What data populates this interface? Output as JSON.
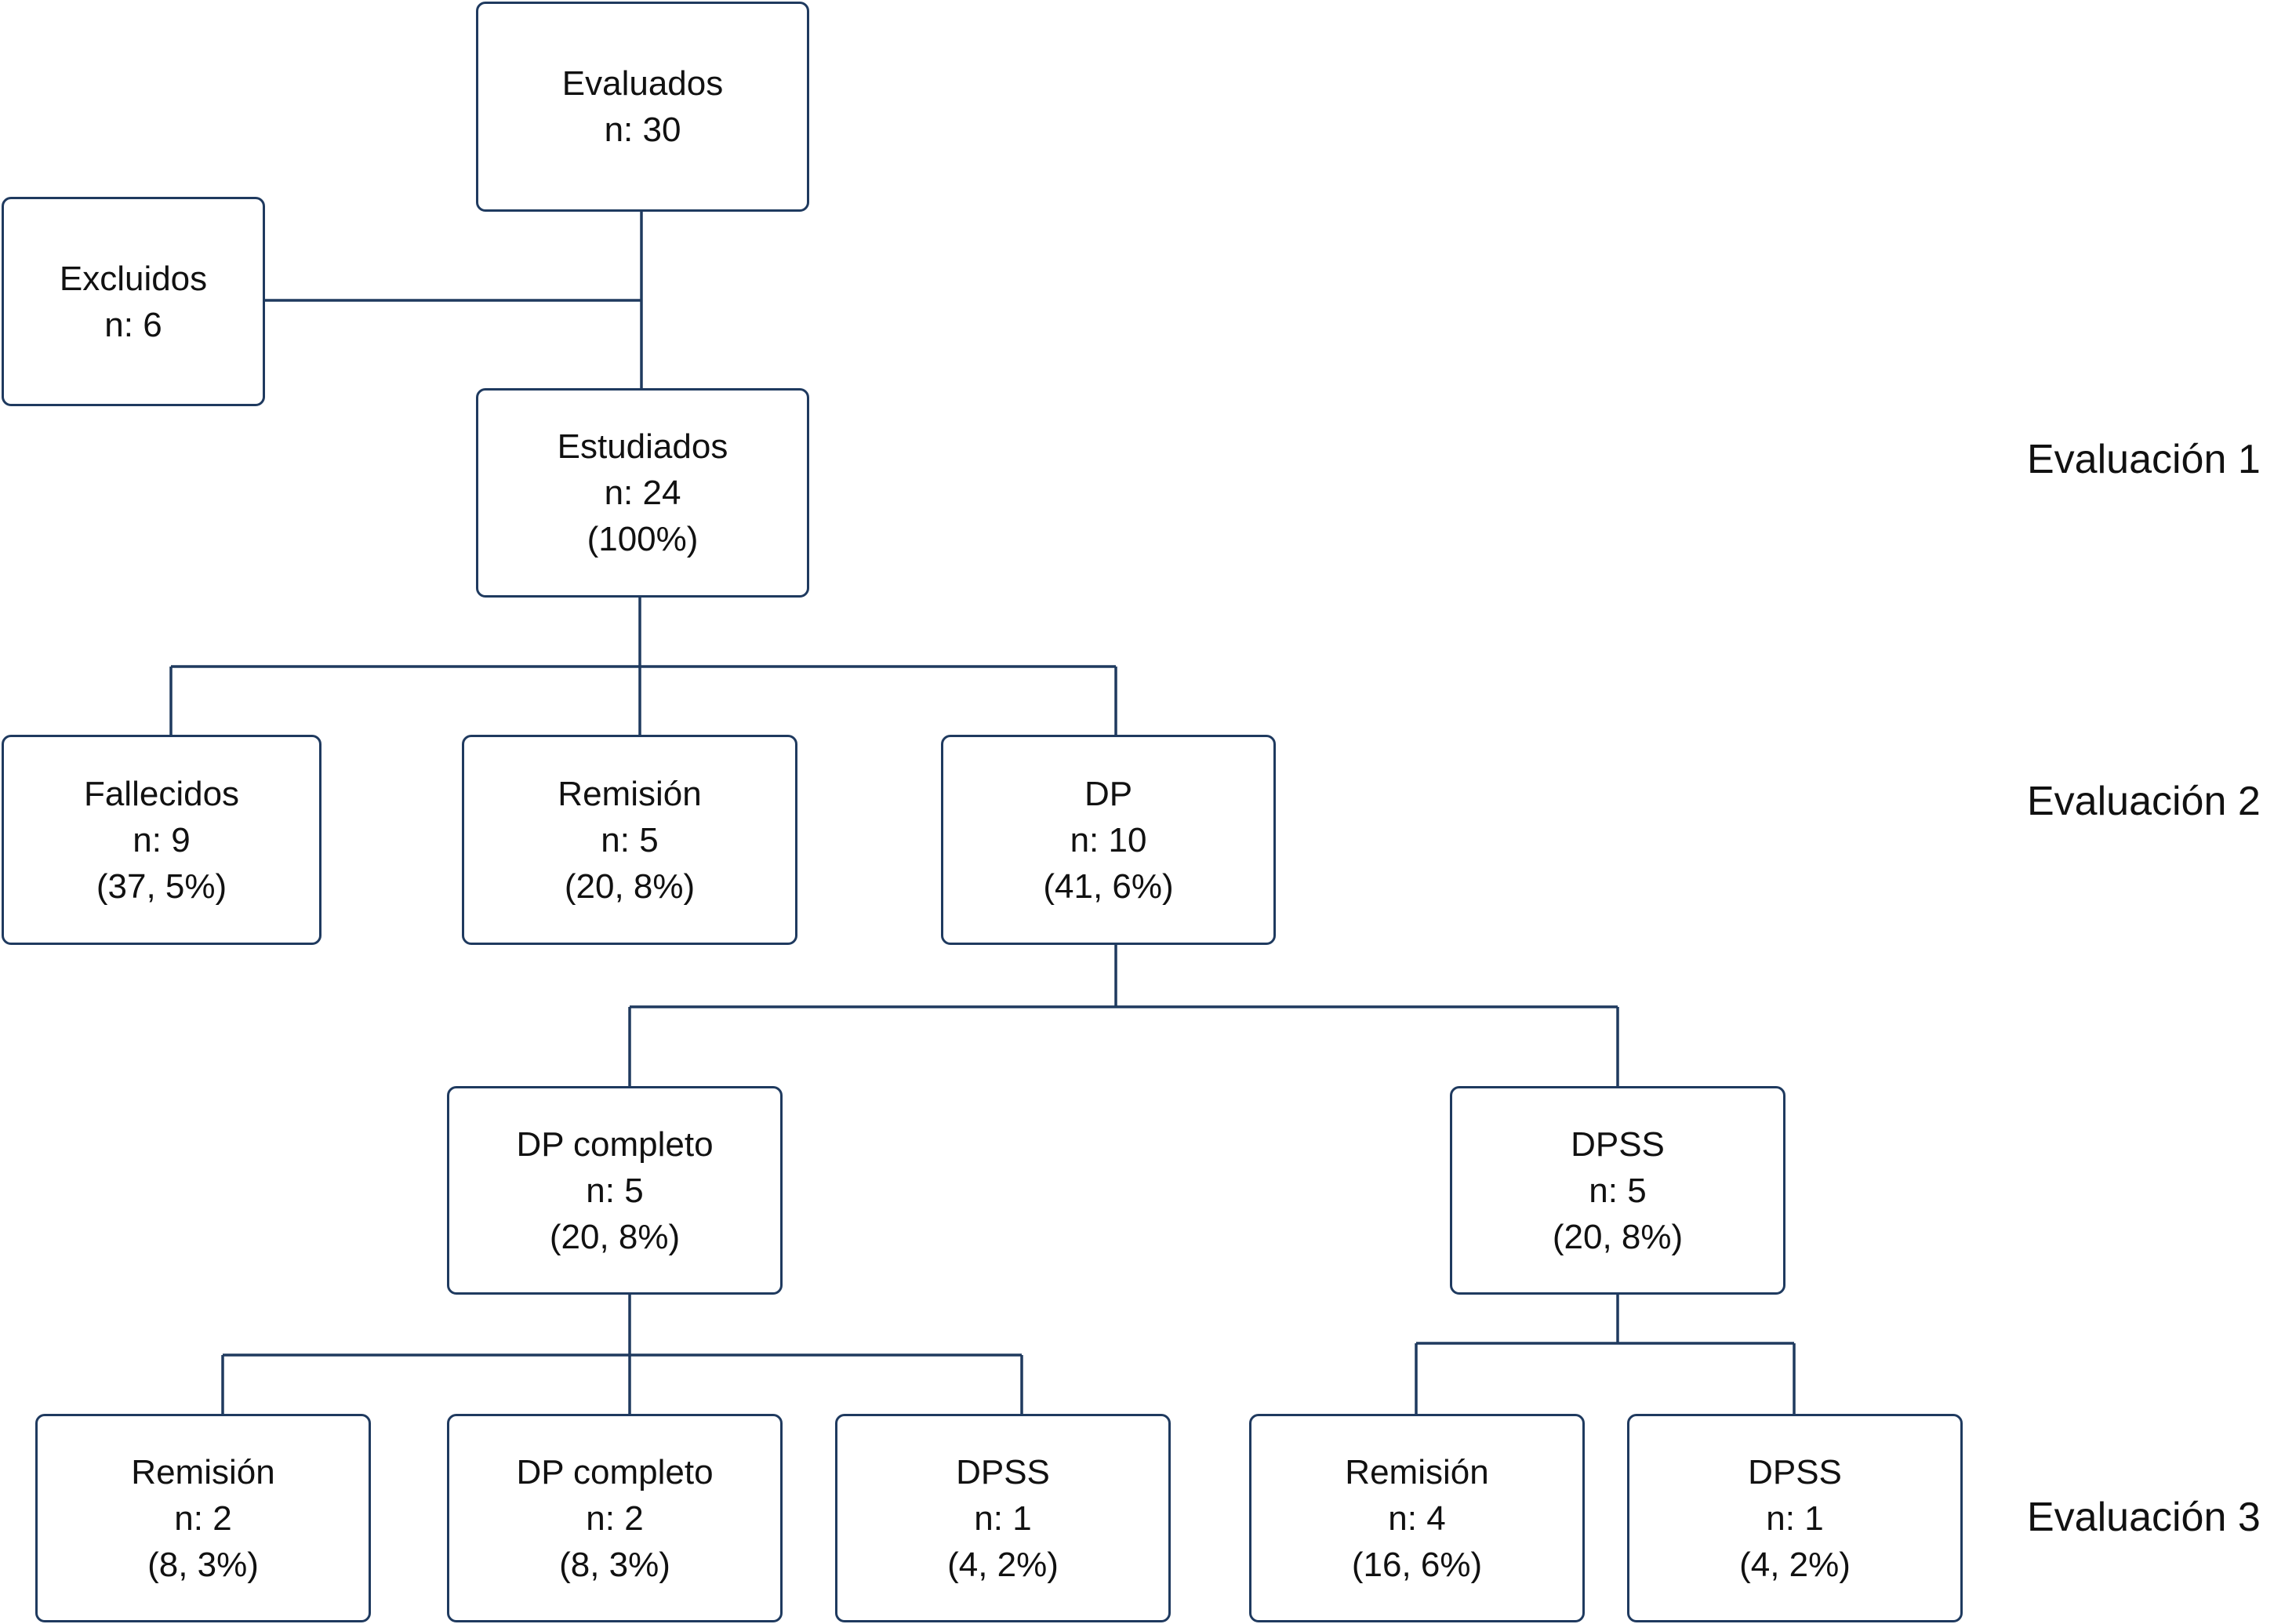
{
  "nodes": {
    "evaluados": {
      "title": "Evaluados",
      "n": "n: 30"
    },
    "excluidos": {
      "title": "Excluidos",
      "n": "n: 6"
    },
    "estudiados": {
      "title": "Estudiados",
      "n": "n: 24",
      "pct": "(100%)"
    },
    "fallecidos": {
      "title": "Fallecidos",
      "n": "n: 9",
      "pct": "(37, 5%)"
    },
    "remision2": {
      "title": "Remisión",
      "n": "n: 5",
      "pct": "(20, 8%)"
    },
    "dp": {
      "title": "DP",
      "n": "n: 10",
      "pct": "(41, 6%)"
    },
    "dp_completo": {
      "title": "DP completo",
      "n": "n: 5",
      "pct": "(20, 8%)"
    },
    "dpss": {
      "title": "DPSS",
      "n": "n: 5",
      "pct": "(20, 8%)"
    },
    "e3_remision_a": {
      "title": "Remisión",
      "n": "n: 2",
      "pct": "(8, 3%)"
    },
    "e3_dp_completo": {
      "title": "DP completo",
      "n": "n: 2",
      "pct": "(8, 3%)"
    },
    "e3_dpss_a": {
      "title": "DPSS",
      "n": "n: 1",
      "pct": "(4, 2%)"
    },
    "e3_remision_b": {
      "title": "Remisión",
      "n": "n: 4",
      "pct": "(16, 6%)"
    },
    "e3_dpss_b": {
      "title": "DPSS",
      "n": "n: 1",
      "pct": "(4, 2%)"
    }
  },
  "stages": {
    "e1": "Evaluación 1",
    "e2": "Evaluación 2",
    "e3": "Evaluación 3"
  },
  "colors": {
    "stroke": "#1f3a5f",
    "text": "#111111",
    "background": "#ffffff"
  }
}
